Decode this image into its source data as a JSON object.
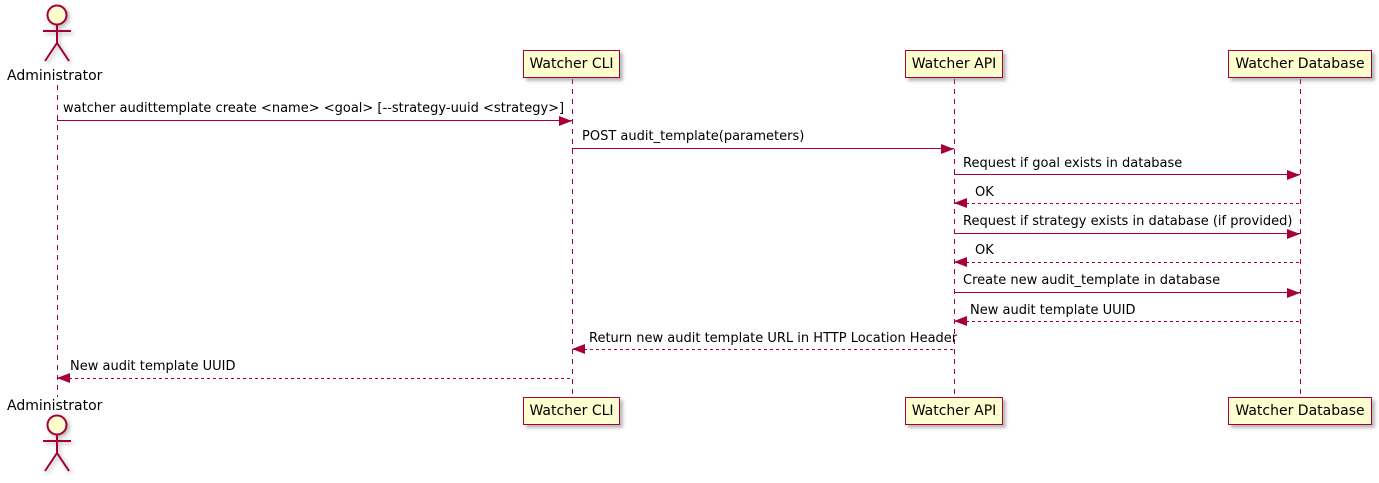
{
  "diagram": {
    "type": "sequence-diagram",
    "colors": {
      "accent": "#A80036",
      "participant_fill": "#FEFECE",
      "background": "#FFFFFF",
      "text": "#000000"
    },
    "actor": {
      "name": "Administrator"
    },
    "participants": [
      {
        "label": "Watcher CLI"
      },
      {
        "label": "Watcher API"
      },
      {
        "label": "Watcher Database"
      }
    ],
    "messages": [
      {
        "from": "Administrator",
        "to": "Watcher CLI",
        "style": "solid",
        "text": "watcher audittemplate create <name> <goal> [--strategy-uuid <strategy>]"
      },
      {
        "from": "Watcher CLI",
        "to": "Watcher API",
        "style": "solid",
        "text": "POST audit_template(parameters)"
      },
      {
        "from": "Watcher API",
        "to": "Watcher Database",
        "style": "solid",
        "text": "Request if goal exists in database"
      },
      {
        "from": "Watcher Database",
        "to": "Watcher API",
        "style": "dashed",
        "text": "OK"
      },
      {
        "from": "Watcher API",
        "to": "Watcher Database",
        "style": "solid",
        "text": "Request if strategy exists in database (if provided)"
      },
      {
        "from": "Watcher Database",
        "to": "Watcher API",
        "style": "dashed",
        "text": "OK"
      },
      {
        "from": "Watcher API",
        "to": "Watcher Database",
        "style": "solid",
        "text": "Create new audit_template in database"
      },
      {
        "from": "Watcher Database",
        "to": "Watcher API",
        "style": "dashed",
        "text": "New audit template UUID"
      },
      {
        "from": "Watcher API",
        "to": "Watcher CLI",
        "style": "dashed",
        "text": "Return new audit template URL in HTTP Location Header"
      },
      {
        "from": "Watcher CLI",
        "to": "Administrator",
        "style": "dashed",
        "text": "New audit template UUID"
      }
    ]
  }
}
